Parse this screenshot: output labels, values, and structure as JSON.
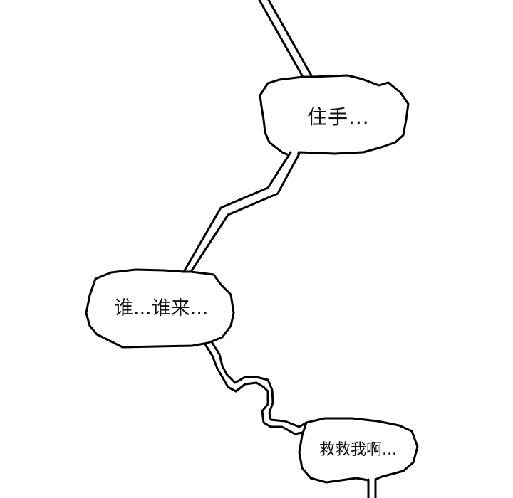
{
  "panel": {
    "background": "#ffffff",
    "line_color": "#000000"
  },
  "bubbles": [
    {
      "id": "bubble-1",
      "text": "住手..."
    },
    {
      "id": "bubble-2",
      "text": "谁...谁来..."
    },
    {
      "id": "bubble-3",
      "text": "救救我啊..."
    }
  ]
}
